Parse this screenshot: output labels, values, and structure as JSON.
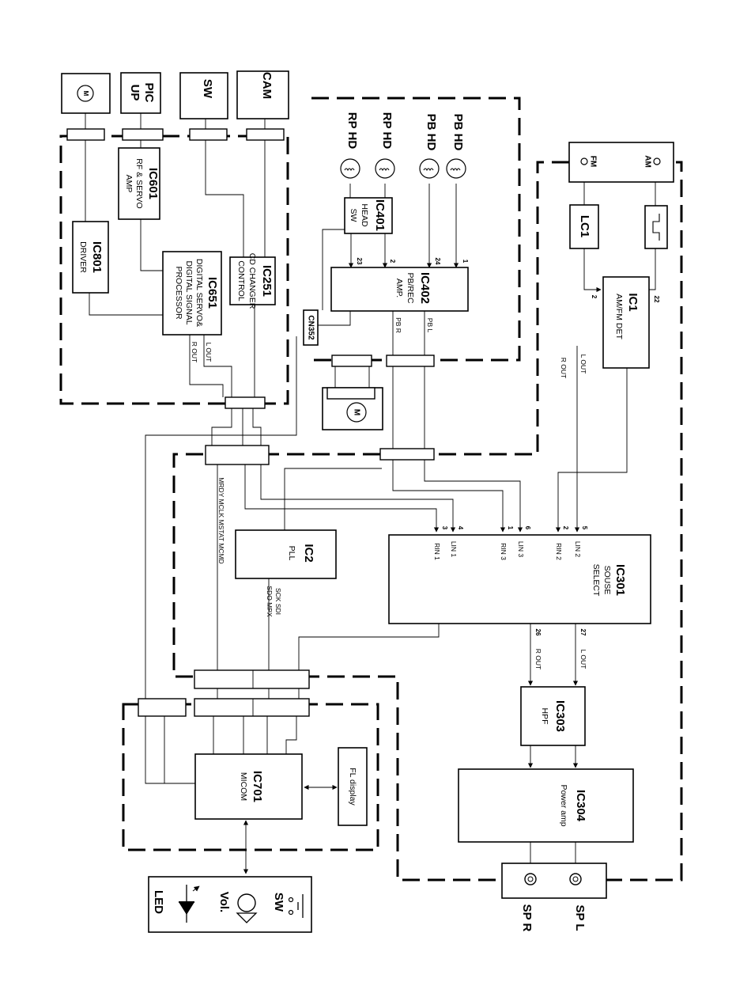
{
  "blocks": {
    "m_top": "M",
    "pickup": [
      "PIC",
      "UP"
    ],
    "sw": "SW",
    "cam": "CAM",
    "ic601": [
      "IC601",
      "RF & SERVO",
      "AMP"
    ],
    "ic801": [
      "IC801",
      "DRIVER"
    ],
    "ic651": [
      "IC651",
      "DIGITAL SERVO&",
      "DIGITAL SIGNAL",
      "PROCESSOR"
    ],
    "ic251": [
      "IC251",
      "CD CHANGER",
      "CONTROL"
    ],
    "heads": [
      "RP HD",
      "RP HD",
      "PB HD",
      "PB HD"
    ],
    "ic401": [
      "IC401",
      "HEAD",
      "SW"
    ],
    "ic402": [
      "IC402",
      "PB/REC",
      "AMP."
    ],
    "cn352": "CN352",
    "m_deck": "M",
    "fm": "FM",
    "am": "AM",
    "lc1": "LC1",
    "ic1": [
      "IC1",
      "AM/FM DET"
    ],
    "ic2": [
      "IC2",
      "PLL"
    ],
    "ic301": [
      "IC301",
      "SOUSE",
      "SELECT"
    ],
    "ic303": [
      "IC303",
      "HPF"
    ],
    "ic304": [
      "IC304",
      "Power amp"
    ],
    "ic701": [
      "IC701",
      "MICOM"
    ],
    "fl": "FL display",
    "panel": [
      "SW",
      "Vol.",
      "LED"
    ],
    "sp": [
      "SP L",
      "SP R"
    ]
  },
  "signals": {
    "l_out": "L OUT",
    "r_out": "R OUT",
    "pb_r": "PB R",
    "pb_l": "PB L",
    "bus": "MRDY MCLK MSTAT MCMD",
    "pll_bus": [
      "SCK SDI",
      "SDO MPX"
    ],
    "rin1": "RIN 1",
    "lin1": "LIN 1",
    "rin3": "RIN 3",
    "lin3": "LIN 3",
    "rin2": "RIN 2",
    "lin2": "LIN 2"
  },
  "pins": {
    "p23": "23",
    "p2a": "2",
    "p24": "24",
    "p1a": "1",
    "p2b": "2",
    "p22": "22",
    "p3": "3",
    "p4": "4",
    "p1b": "1",
    "p6": "6",
    "p2c": "2",
    "p5": "5",
    "p26": "26",
    "p27": "27"
  }
}
